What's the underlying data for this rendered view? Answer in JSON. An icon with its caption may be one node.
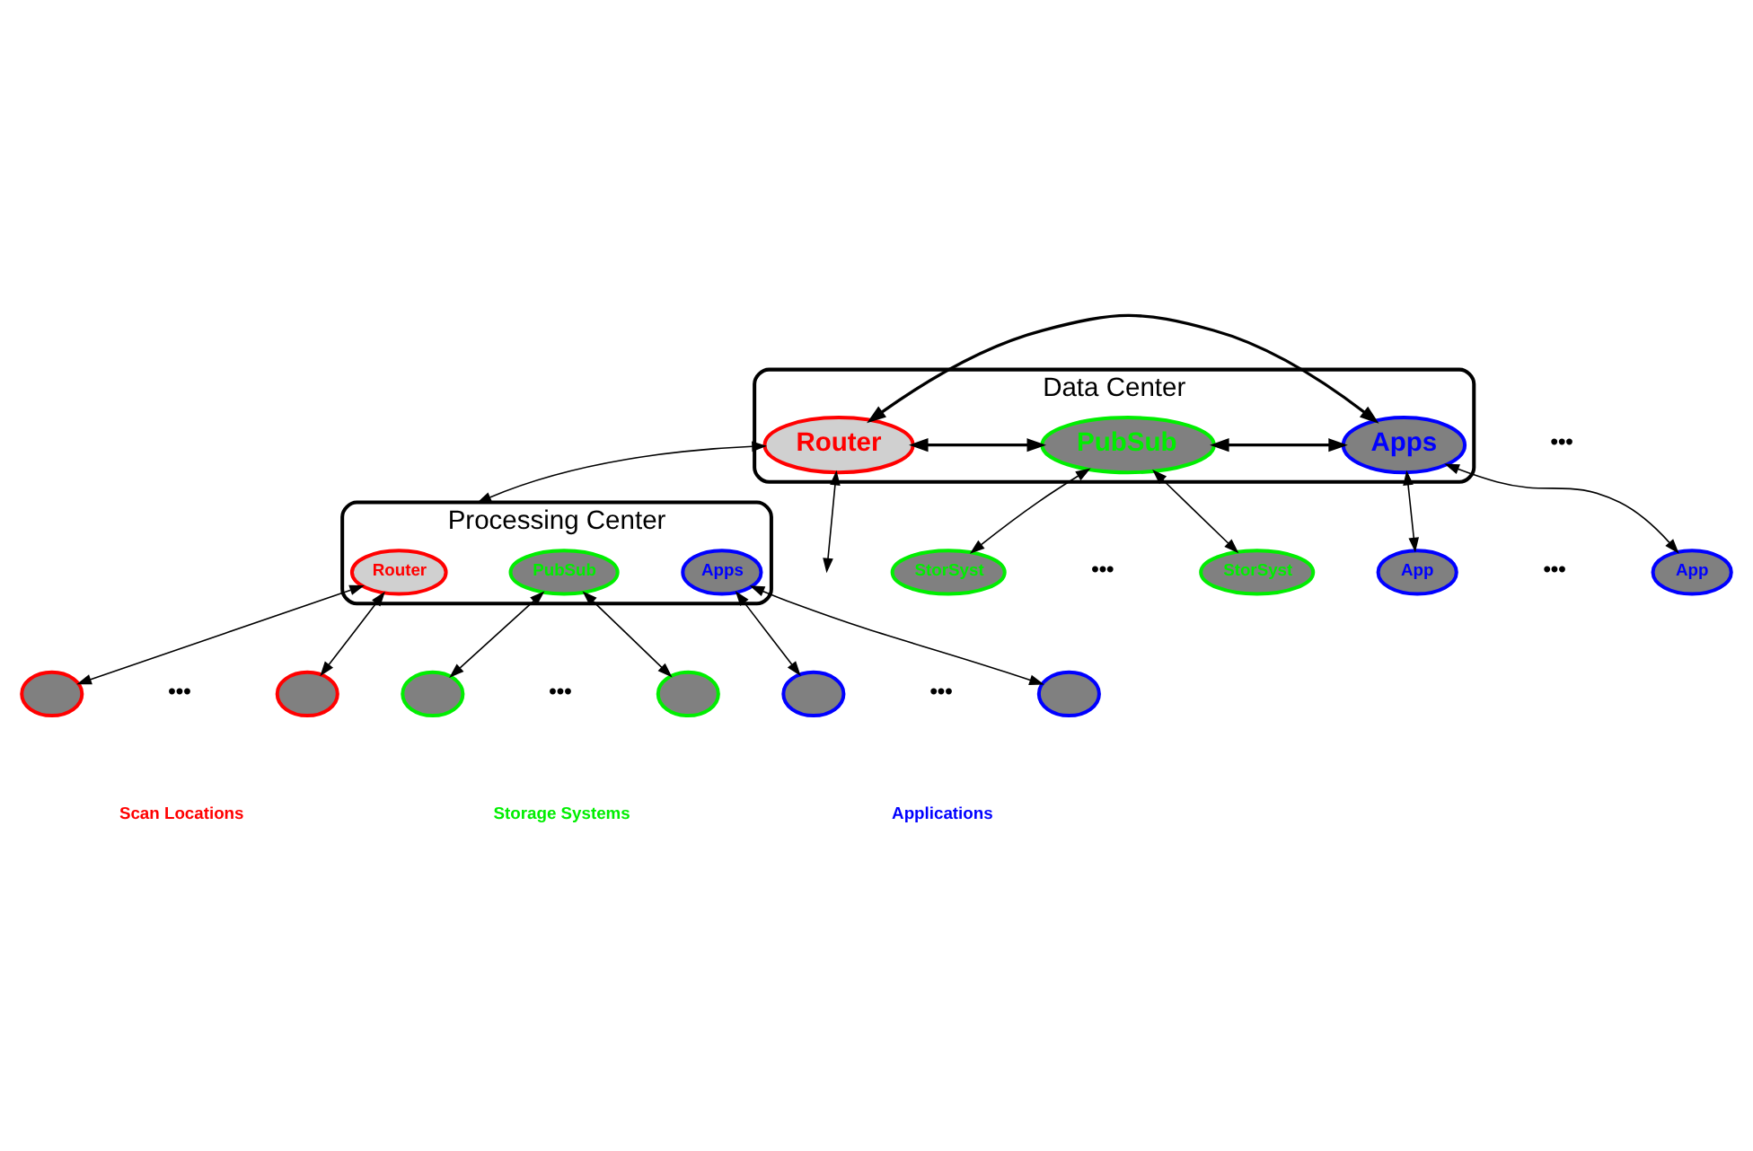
{
  "diagram": {
    "nodes": [
      {
        "text": [
          "Data Center"
        ]
      },
      {
        "text": [
          "Router"
        ],
        "in": 0
      },
      {
        "text": [
          "PubSub"
        ],
        "in": 0
      },
      {
        "text": [
          "Apps"
        ],
        "in": 0
      },
      {
        "text": [
          "Processing Center"
        ]
      },
      {
        "text": [
          "Router"
        ],
        "in": 4
      },
      {
        "text": [
          "PubSub"
        ],
        "in": 4
      },
      {
        "text": [
          "Apps"
        ],
        "in": 4
      },
      {
        "text": [
          "StorSyst"
        ]
      },
      {
        "text": [
          "StorSyst"
        ]
      },
      {
        "text": [
          "App"
        ]
      },
      {
        "text": [
          "App"
        ]
      },
      {
        "text": [],
        "shape": "ellipse"
      },
      {
        "text": [],
        "shape": "ellipse"
      },
      {
        "text": [],
        "shape": "ellipse"
      },
      {
        "text": [],
        "shape": "ellipse"
      },
      {
        "text": [],
        "shape": "ellipse"
      },
      {
        "text": [],
        "shape": "ellipse"
      }
    ],
    "edges": [
      {
        "from": 1,
        "to": 3,
        "arrow": "both"
      },
      {
        "from": 1,
        "to": 2,
        "arrow": "both"
      },
      {
        "from": 2,
        "to": 3,
        "arrow": "both"
      },
      {
        "from": 1,
        "to": 4,
        "arrow": "both"
      },
      {
        "from": 1,
        "to": null,
        "arrow": "both"
      },
      {
        "from": 2,
        "to": 8,
        "arrow": "both"
      },
      {
        "from": 2,
        "to": 9,
        "arrow": "both"
      },
      {
        "from": 3,
        "to": 10,
        "arrow": "both"
      },
      {
        "from": 3,
        "to": 11,
        "arrow": "both"
      },
      {
        "from": 5,
        "to": 12,
        "arrow": "both"
      },
      {
        "from": 5,
        "to": 13,
        "arrow": "both"
      },
      {
        "from": 6,
        "to": 14,
        "arrow": "both"
      },
      {
        "from": 6,
        "to": 15,
        "arrow": "both"
      },
      {
        "from": 7,
        "to": 16,
        "arrow": "both"
      },
      {
        "from": 7,
        "to": 17,
        "arrow": "both"
      }
    ],
    "labels": [
      "•••",
      "•••",
      "•••",
      "•••",
      "•••",
      "•••",
      "Scan Locations",
      "Storage Systems",
      "Applications"
    ]
  }
}
